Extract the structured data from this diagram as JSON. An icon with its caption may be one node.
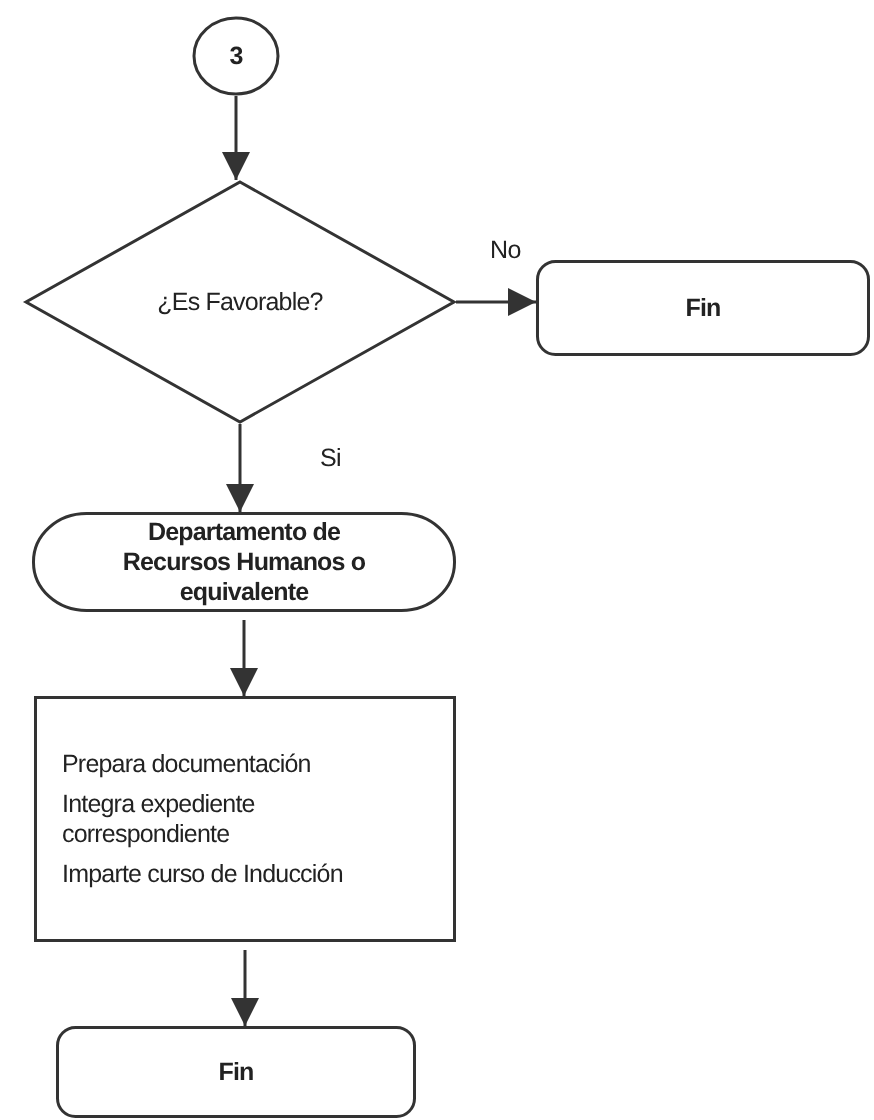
{
  "diagram": {
    "nodes": [
      {
        "text": [
          "3"
        ]
      },
      {
        "text": [
          "¿Es Favorable?"
        ]
      },
      {
        "text": [
          "Fin"
        ]
      },
      {
        "text": [
          "Departamento de Recursos Humanos o equivalente"
        ]
      },
      {
        "text": [
          "Prepara documentación",
          "Integra expediente correspondiente",
          "Imparte curso de Inducción"
        ]
      },
      {
        "text": [
          "Fin"
        ]
      }
    ],
    "edges": [
      {
        "from": 0,
        "to": 1,
        "arrow": "to"
      },
      {
        "from": 1,
        "to": 2,
        "arrow": "to",
        "label": "No"
      },
      {
        "from": 1,
        "to": 3,
        "arrow": "to",
        "label": "Si"
      },
      {
        "from": 3,
        "to": 4,
        "arrow": "to"
      },
      {
        "from": 4,
        "to": 5,
        "arrow": "to"
      }
    ]
  }
}
